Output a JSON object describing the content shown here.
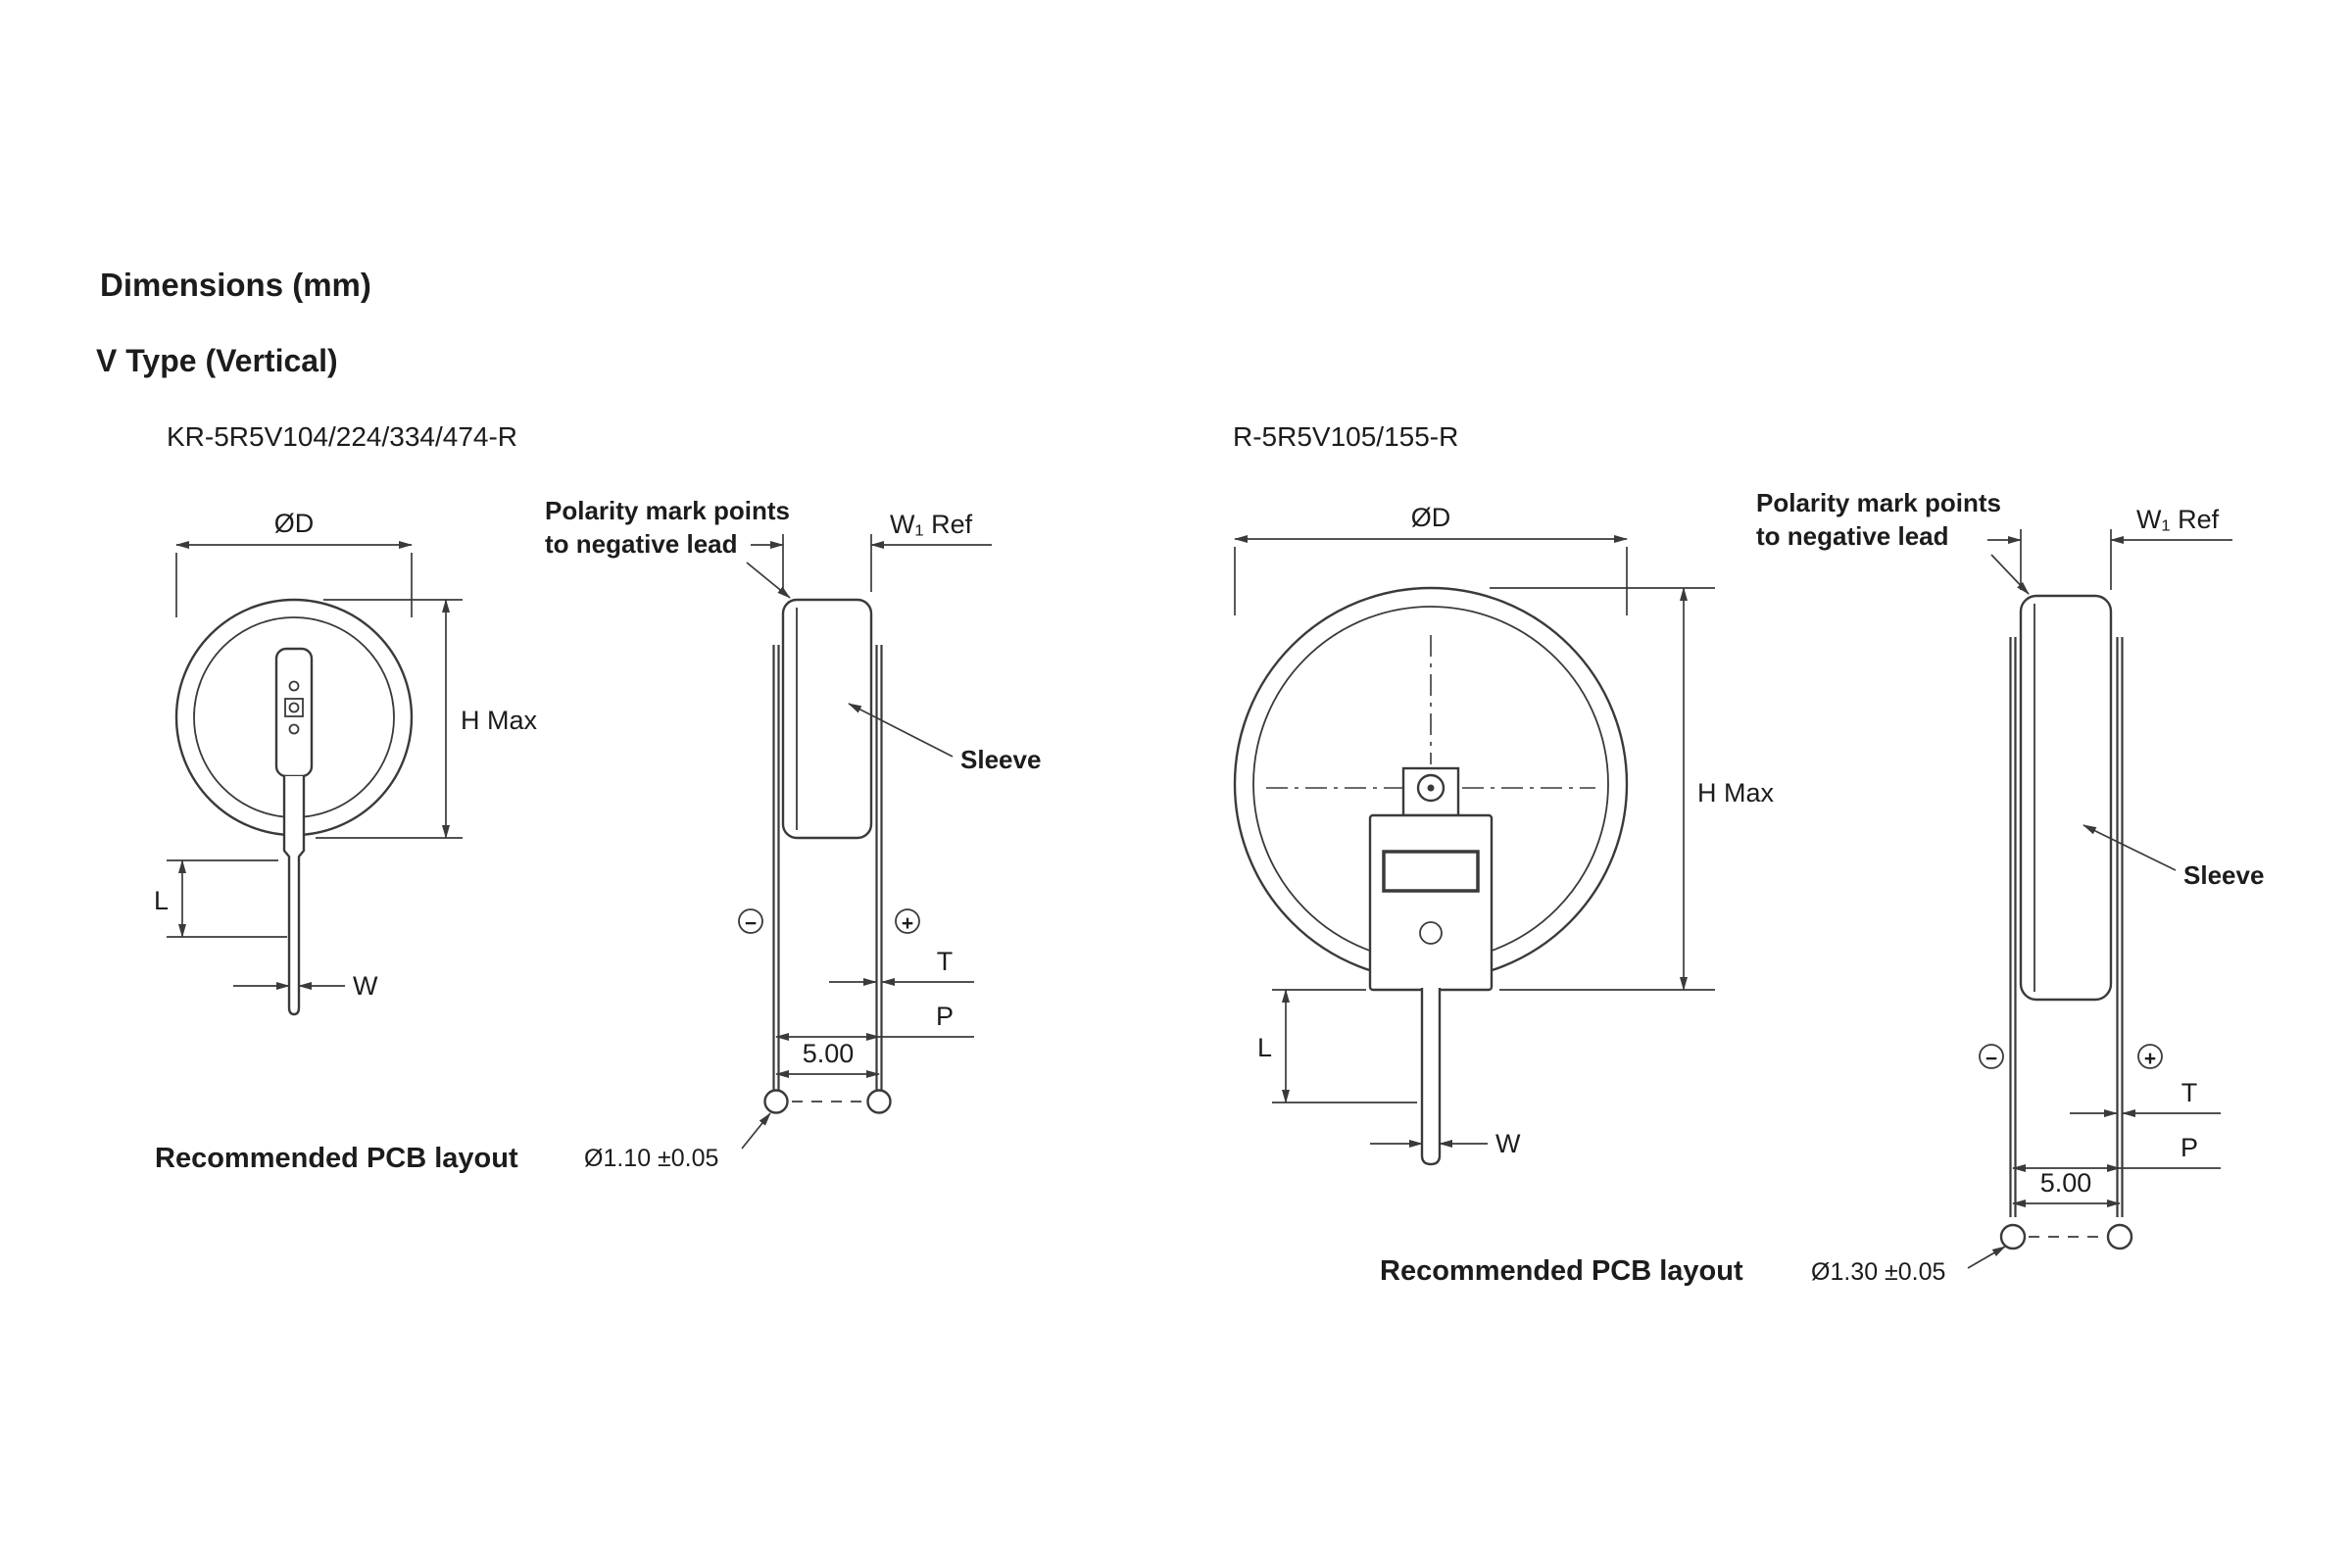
{
  "title": "Dimensions (mm)",
  "subtitle": "V Type (Vertical)",
  "symbols": {
    "minus": "−",
    "plus": "+"
  },
  "left": {
    "part_number": "KR-5R5V104/224/334/474-R",
    "dims": {
      "diameter": "ØD",
      "height": "H Max",
      "lead_length": "L",
      "lead_width": "W",
      "case_width": "W₁ Ref",
      "thickness": "T",
      "pitch": "P",
      "hole_pitch": "5.00",
      "hole_diameter": "Ø1.10 ±0.05"
    },
    "annotations": {
      "polarity_line1": "Polarity mark points",
      "polarity_line2": "to negative lead",
      "sleeve": "Sleeve",
      "pcb_layout": "Recommended PCB layout"
    }
  },
  "right": {
    "part_number": "R-5R5V105/155-R",
    "dims": {
      "diameter": "ØD",
      "height": "H Max",
      "lead_length": "L",
      "lead_width": "W",
      "case_width": "W₁ Ref",
      "thickness": "T",
      "pitch": "P",
      "hole_pitch": "5.00",
      "hole_diameter": "Ø1.30 ±0.05"
    },
    "annotations": {
      "polarity_line1": "Polarity mark points",
      "polarity_line2": "to negative lead",
      "sleeve": "Sleeve",
      "pcb_layout": "Recommended PCB layout"
    }
  }
}
